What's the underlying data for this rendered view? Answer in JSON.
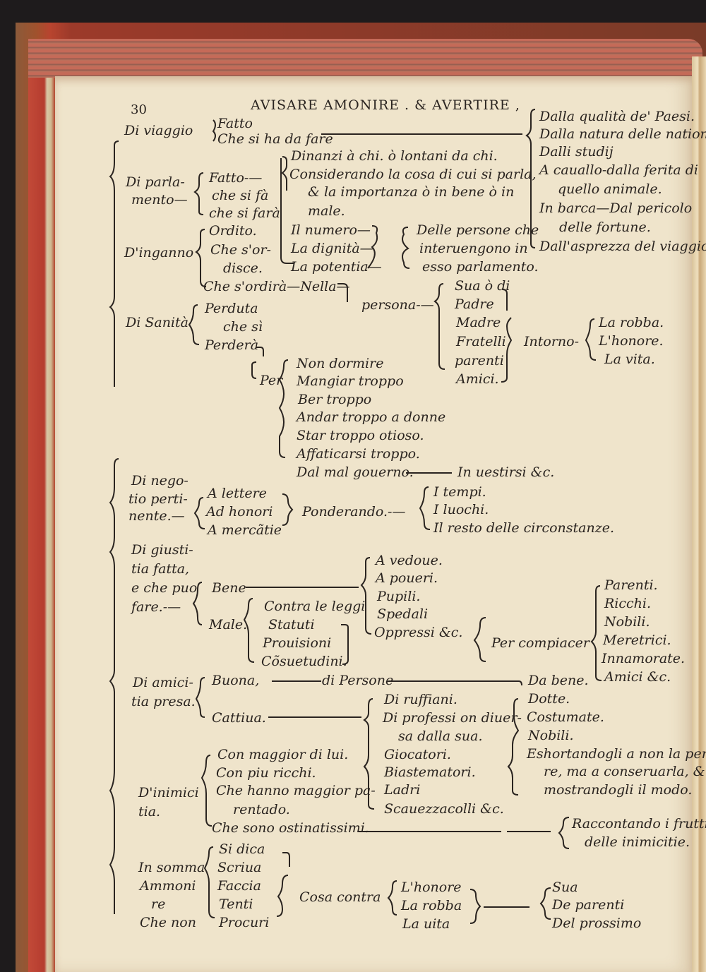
{
  "page": {
    "number": "30",
    "running_head": "AVISARE AMONIRE . & AVERTIRE ,"
  },
  "outline": {
    "viaggio": {
      "label": "Di viaggio",
      "items": [
        "Fatto",
        "Che si ha da fare"
      ],
      "sources": [
        "Dalla qualità de' Paesi.",
        "Dalla natura delle nationi",
        "Dalli studij",
        "A cauallo-dalla ferita di",
        "quello animale.",
        "In barca—Dal pericolo",
        "delle fortune.",
        "Dall'asprezza del viaggio"
      ]
    },
    "parlamento": {
      "label_1": "Di parla-",
      "label_2": "mento—",
      "items": [
        "Fatto-—",
        "che si fà",
        "che si farà"
      ],
      "considerations": [
        "Dinanzi à chi. ò lontani da chi.",
        "Considerando la cosa di cui si parla,",
        "& la importanza ò in bene ò in",
        "male."
      ],
      "measures": [
        "Il numero—",
        "La dignità—",
        "La potentia—"
      ],
      "persons": [
        "Delle persone che",
        "interuengono in",
        "esso parlamento."
      ]
    },
    "inganno": {
      "label": "D'inganno",
      "items": [
        "Ordito.",
        "Che s'or-",
        "disce.",
        "Che s'ordirà—Nella—"
      ],
      "persona": "persona-—",
      "relatives": [
        "Sua ò di",
        "Padre",
        "Madre",
        "Fratelli",
        "parenti",
        "Amici."
      ],
      "intorno": "Intorno-",
      "targets": [
        "La robba.",
        "L'honore.",
        "La vita."
      ]
    },
    "sanita": {
      "label": "Di Sanità",
      "items": [
        "Perduta",
        "che sì",
        "Perderà"
      ],
      "per": "Per",
      "causes": [
        "Non dormire",
        "Mangiar troppo",
        "Ber troppo",
        "Andar troppo a donne",
        "Star troppo otioso.",
        "Affaticarsi troppo.",
        "Dal mal gouerno."
      ],
      "vestire": "In uestirsi &c."
    },
    "negotio": {
      "label": [
        "Di nego-",
        "tio perti-",
        "nente.—"
      ],
      "items": [
        "A lettere",
        "Ad honori",
        "A mercãtie"
      ],
      "ponderando": "Ponderando.-—",
      "circumstances": [
        "I tempi.",
        "I luochi.",
        "Il resto delle circonstanze."
      ]
    },
    "giustitia": {
      "label": [
        "Di giusti-",
        "tia fatta,",
        "e che puo",
        "fare.-—"
      ],
      "bene": "Bene",
      "male": "Male.",
      "male_items": [
        "Contra le leggi",
        "Statuti",
        "Prouisioni",
        "Cõsuetudini."
      ],
      "recipients": [
        "A vedoue.",
        "A poueri.",
        "Pupili.",
        "Spedali",
        "Oppressi &c."
      ],
      "compiacer": "Per compiacer",
      "pleased": [
        "Parenti.",
        "Ricchi.",
        "Nobili.",
        "Meretrici.",
        "Innamorate.",
        "Amici &c."
      ]
    },
    "amicitia": {
      "label": [
        "Di amici-",
        "tia presa."
      ],
      "buona": "Buona,",
      "di_persone": "di Persone",
      "cattiua": "Cattiua.",
      "good_persons": [
        "Da bene.",
        "Dotte.",
        "Costumate.",
        "Nobili.",
        "Eshortandogli a non la perde",
        "re, ma a conseruarla, &",
        "mostrandogli il modo."
      ],
      "bad_persons": [
        "Di ruffiani.",
        "Di professi on diuer-",
        "sa dalla sua.",
        "Giocatori.",
        "Biastematori.",
        "Ladri",
        "Scauezzacolli &c."
      ]
    },
    "inimicitia": {
      "label": [
        "D'inimici",
        "tia."
      ],
      "items": [
        "Con maggior di lui.",
        "Con piu ricchi.",
        "Che hanno maggior pa-",
        "rentado.",
        "Che sono ostinatissimi."
      ],
      "fruits": [
        "Raccontando i frutti",
        "delle inimicitie."
      ]
    },
    "insomma": {
      "label": [
        "In somma",
        "Ammoni",
        "re",
        "Che non"
      ],
      "verbs": [
        "Si dica",
        "Scriua",
        "Faccia",
        "Tenti",
        "Procuri"
      ],
      "cosa_contra": "Cosa contra",
      "goods": [
        "L'honore",
        "La robba",
        "La uita"
      ],
      "whose": [
        "Sua",
        "De parenti",
        "Del prossimo"
      ]
    }
  }
}
